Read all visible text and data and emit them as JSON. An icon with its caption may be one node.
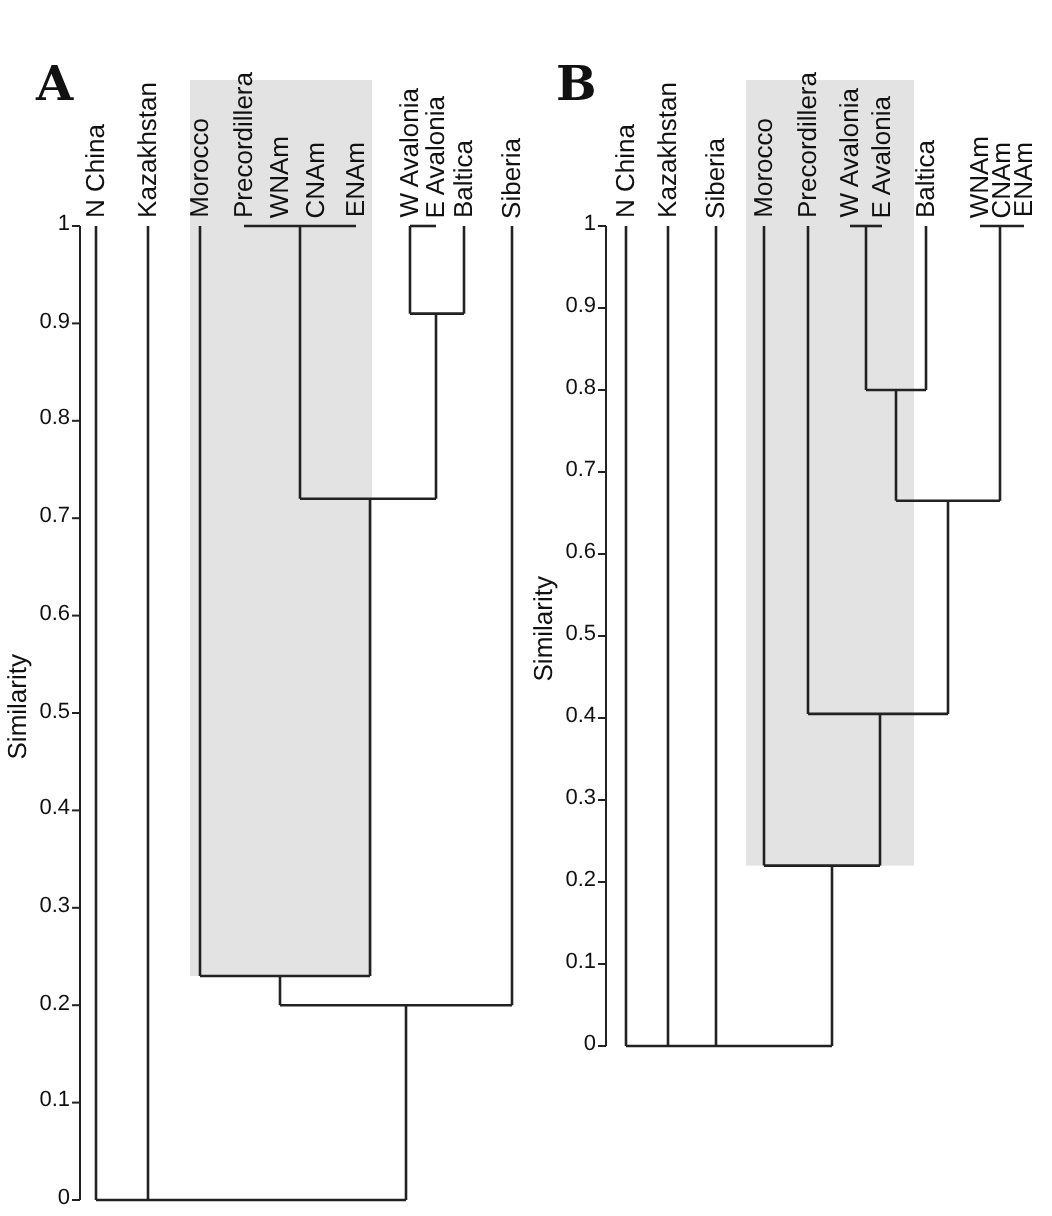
{
  "diagram": {
    "labels": [
      "A",
      "N China",
      "Kazakhstan",
      "Morocco",
      "Precordillera",
      "WNAm",
      "CNAm",
      "ENAm",
      "W Avalonia",
      "E Avalonia",
      "Baltica",
      "Siberia",
      "Similarity",
      "1",
      "0.9",
      "0.8",
      "0.7",
      "0.6",
      "0.5",
      "0.4",
      "0.3",
      "0.2",
      "0.1",
      "0",
      "B",
      "N China",
      "Kazakhstan",
      "Siberia",
      "Morocco",
      "Precordillera",
      "W Avalonia",
      "E Avalonia",
      "Baltica",
      "WNAm",
      "CNAm",
      "ENAm",
      "Similarity",
      "1",
      "0.9",
      "0.8",
      "0.7",
      "0.6",
      "0.5",
      "0.4",
      "0.3",
      "0.2",
      "0.1",
      "0"
    ]
  }
}
